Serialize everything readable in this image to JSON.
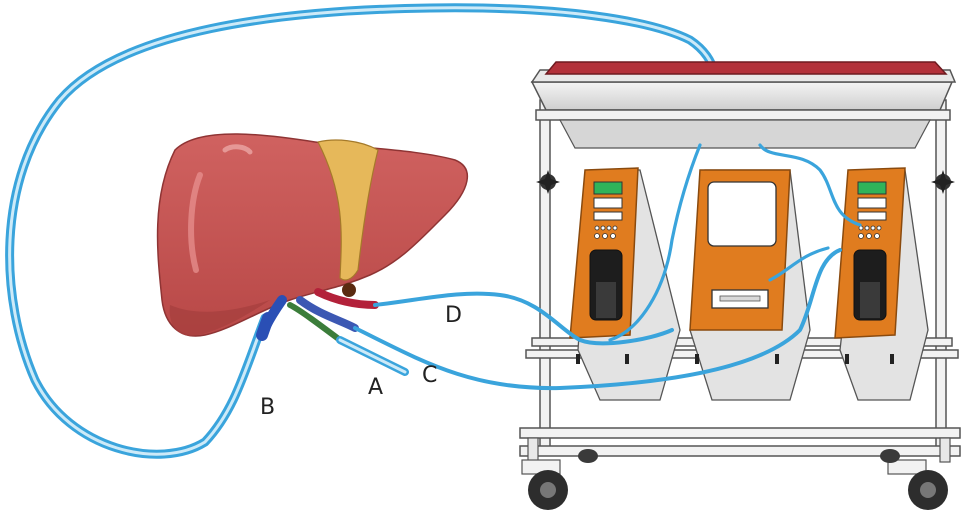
{
  "labels": {
    "a": "A",
    "b": "B",
    "c": "C",
    "d": "D"
  },
  "colors": {
    "liver": "#c45552",
    "liver_shadow": "#a8403f",
    "ligament": "#e6b85a",
    "tube": "#3aa4dc",
    "tube_light": "#bfe4f6",
    "module": "#e07c1f",
    "module_dark": "#b85f10",
    "tray_top": "#b3313a",
    "frame": "#f2f2f2",
    "frame_stroke": "#555555",
    "wheel": "#333333"
  },
  "icons": {
    "knob_left": "star-knob-icon",
    "knob_right": "star-knob-icon",
    "wheels": "wheel-icon"
  }
}
